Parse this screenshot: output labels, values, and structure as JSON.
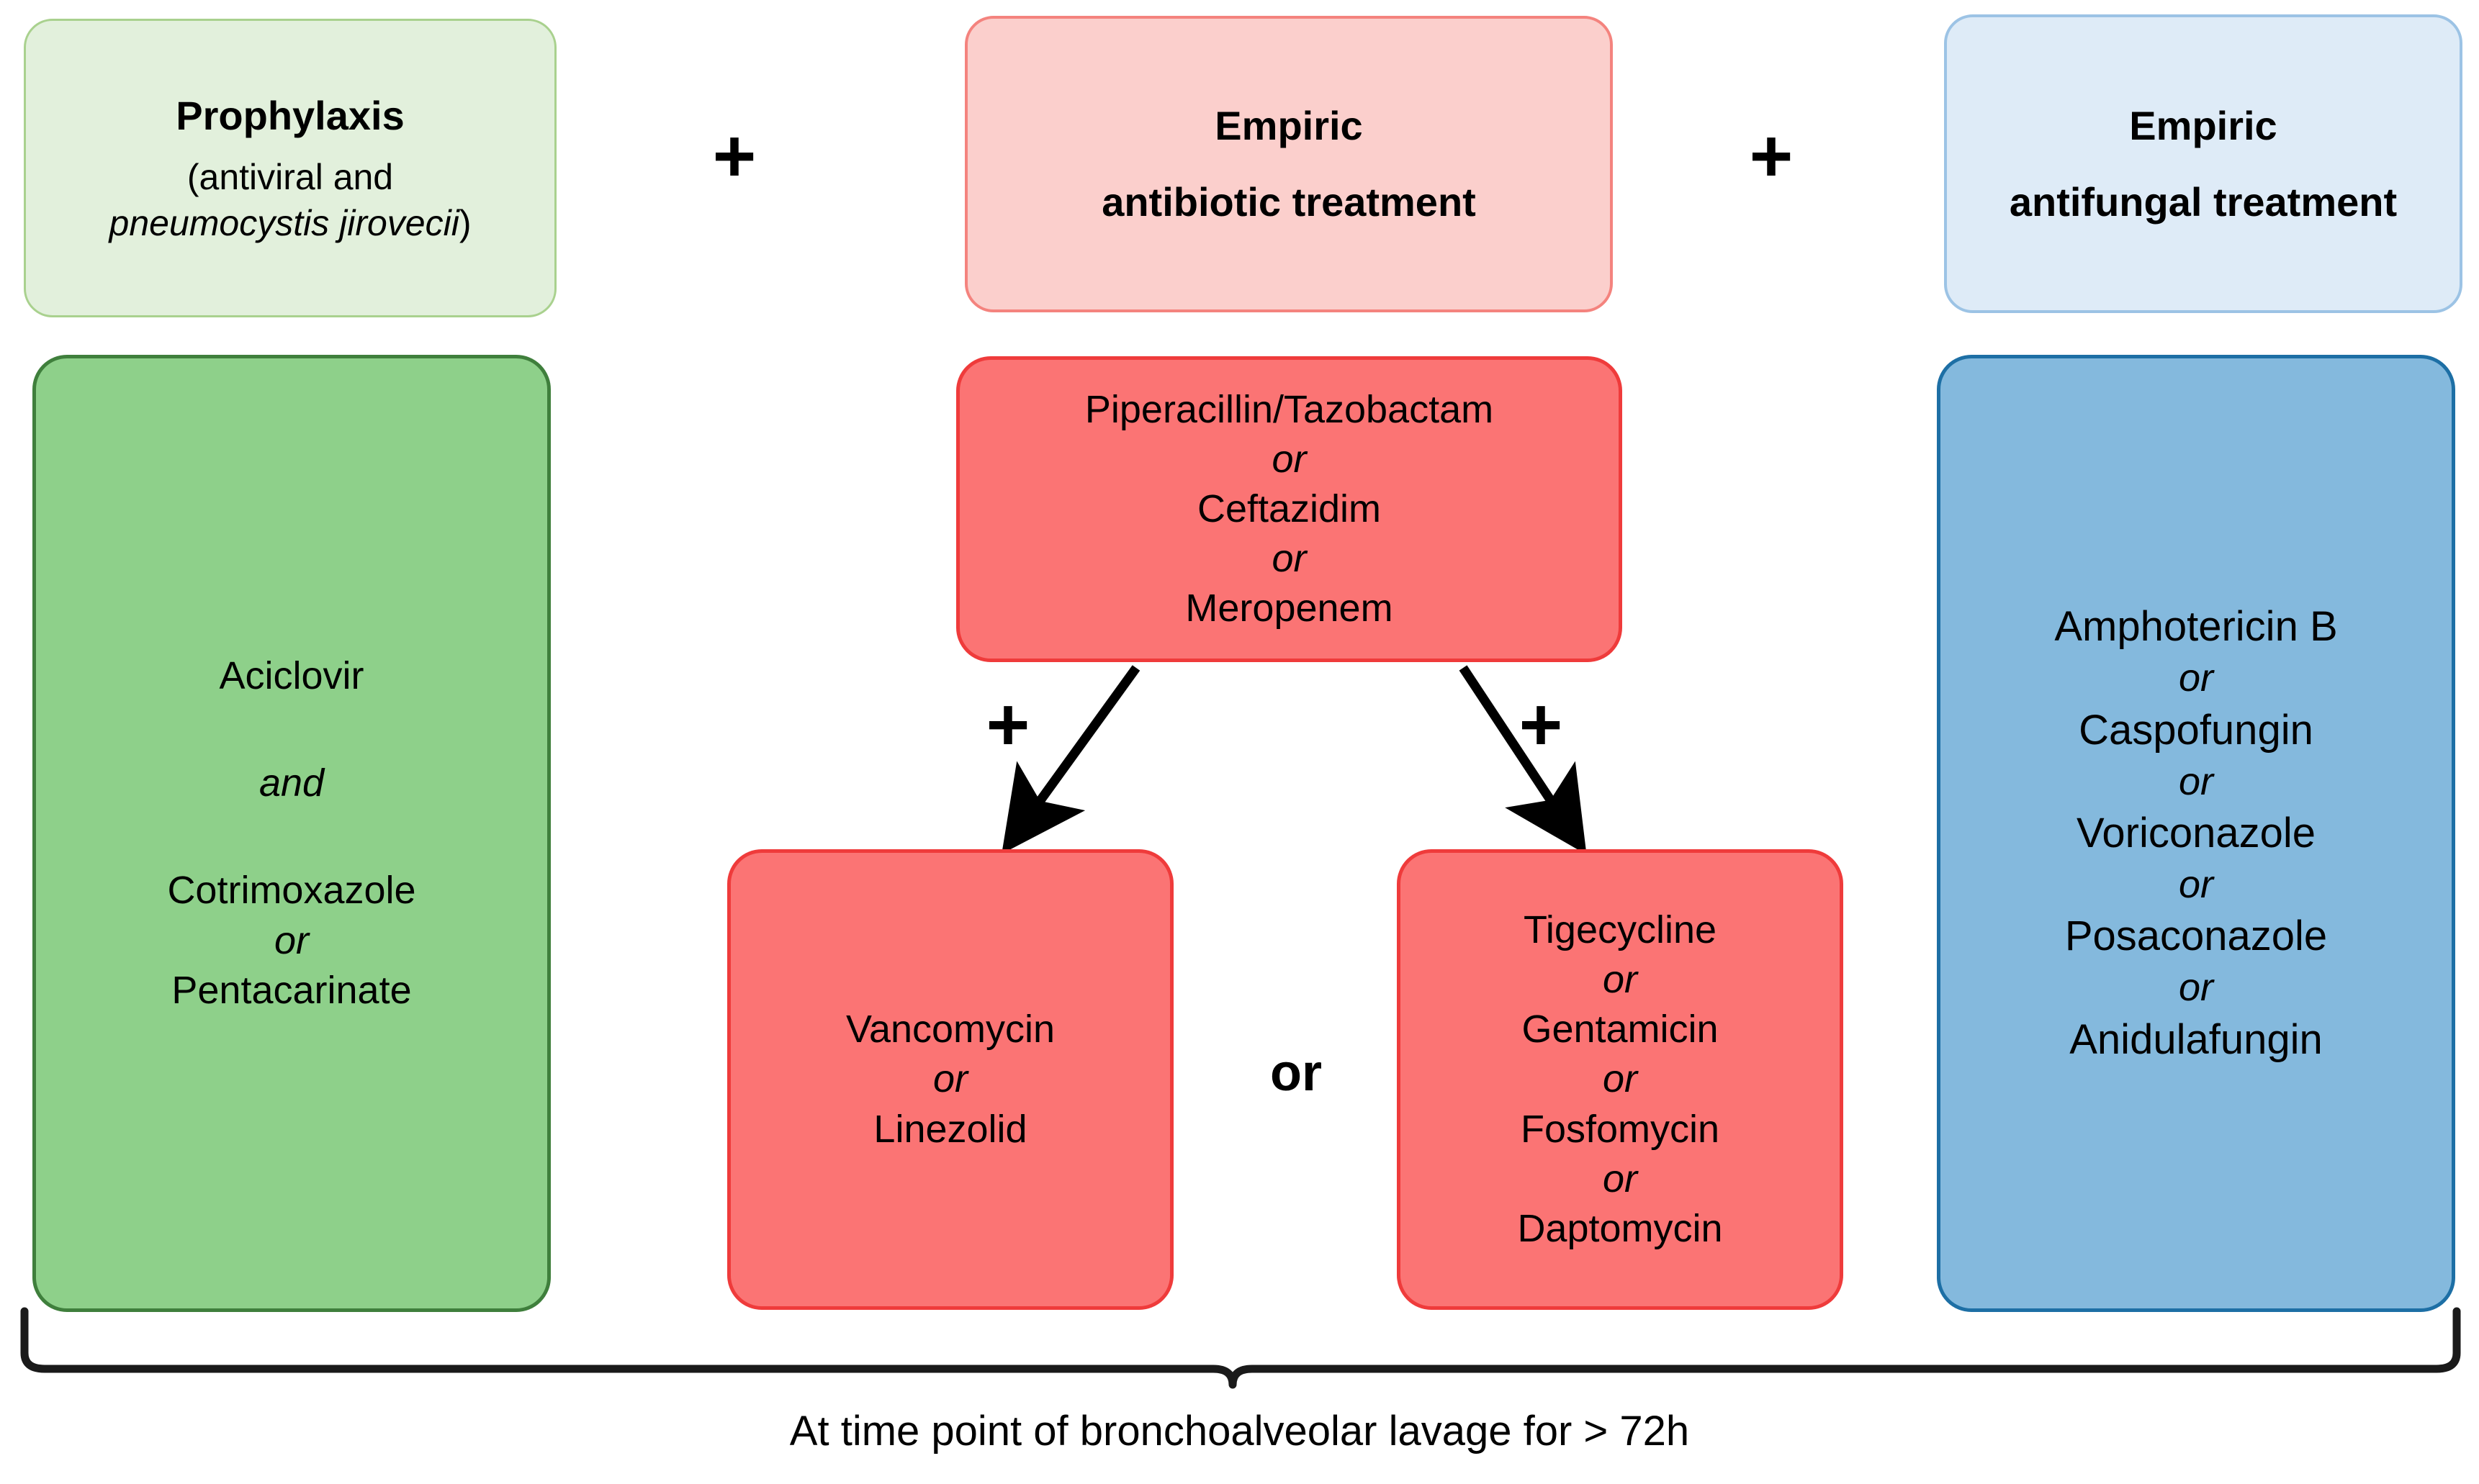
{
  "headers": {
    "prophylaxis": {
      "title": "Prophylaxis",
      "sub_line1": "(antiviral and",
      "sub_line2_italic": "pneumocystis jirovecii",
      "sub_line2_tail": ")"
    },
    "antibiotic": {
      "line1": "Empiric",
      "line2": "antibiotic treatment"
    },
    "antifungal": {
      "line1": "Empiric",
      "line2": "antifungal treatment"
    }
  },
  "operators": {
    "plus_header_left": "+",
    "plus_header_right": "+",
    "plus_branch_left": "+",
    "plus_branch_right": "+",
    "or_between_boxes": "or"
  },
  "connectors": {
    "and": "and",
    "or": "or"
  },
  "prophylaxis_box": {
    "drug_1": "Aciclovir",
    "connector": "and",
    "drug_2": "Cotrimoxazole",
    "connector_2": "or",
    "drug_3": "Pentacarinate"
  },
  "antibiotic_primary_box": {
    "drug_1": "Piperacillin/Tazobactam",
    "connector_1": "or",
    "drug_2": "Ceftazidim",
    "connector_2": "or",
    "drug_3": "Meropenem"
  },
  "antibiotic_left_box": {
    "drug_1": "Vancomycin",
    "connector_1": "or",
    "drug_2": "Linezolid"
  },
  "antibiotic_right_box": {
    "drug_1": "Tigecycline",
    "connector_1": "or",
    "drug_2": "Gentamicin",
    "connector_2": "or",
    "drug_3": "Fosfomycin",
    "connector_3": "or",
    "drug_4": "Daptomycin"
  },
  "antifungal_box": {
    "drug_1": "Amphotericin B",
    "connector_1": "or",
    "drug_2": "Caspofungin",
    "connector_2": "or",
    "drug_3": "Voriconazole",
    "connector_3": "or",
    "drug_4": "Posaconazole",
    "connector_4": "or",
    "drug_5": "Anidulafungin"
  },
  "footer": {
    "caption": "At time point of bronchoalveolar lavage for > 72h"
  },
  "colors": {
    "prophylaxis_header_fill": "#e2f0dc",
    "prophylaxis_header_stroke": "#a9d18e",
    "prophylaxis_body_fill": "#8ed08a",
    "prophylaxis_body_stroke": "#3f7f3c",
    "antibiotic_header_fill": "#fbcfcc",
    "antibiotic_header_stroke": "#f4837e",
    "antibiotic_body_fill": "#fb7474",
    "antibiotic_body_stroke": "#ef3b3b",
    "antifungal_header_fill": "#deebf7",
    "antifungal_header_stroke": "#9cc3e5",
    "antifungal_body_fill": "#84b9dd",
    "antifungal_body_stroke": "#1d6fa5",
    "text": "#000000",
    "arrow": "#000000"
  }
}
